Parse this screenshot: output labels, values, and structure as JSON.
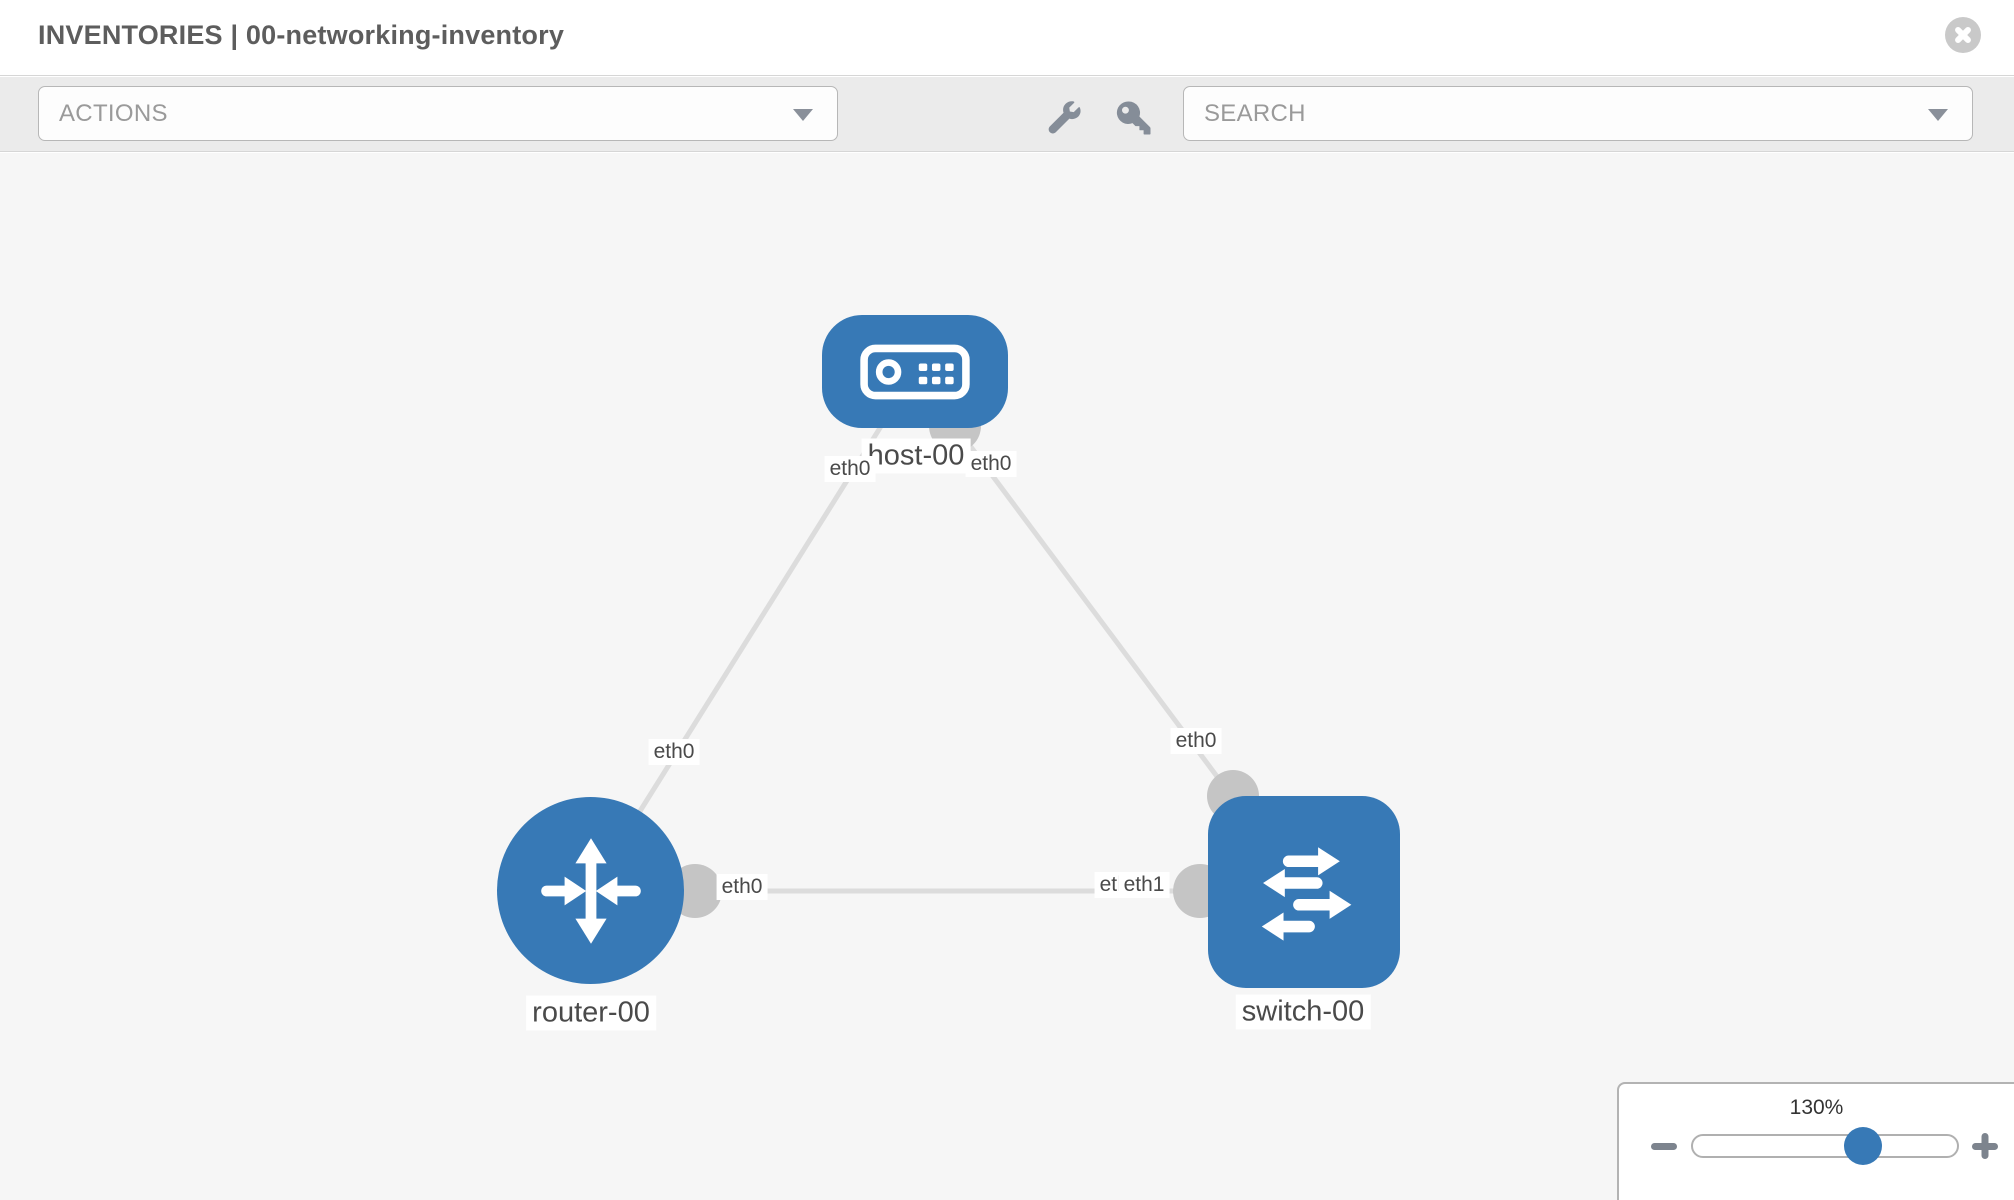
{
  "header": {
    "title": "INVENTORIES | 00-networking-inventory",
    "close_icon": "x-circle"
  },
  "toolbar": {
    "actions_placeholder": "ACTIONS",
    "search_placeholder": "SEARCH",
    "wrench_icon": "wrench",
    "key_icon": "key",
    "caret_icon": "chevron-down"
  },
  "topology": {
    "nodes": [
      {
        "id": "host-00",
        "label": "host-00",
        "type": "host",
        "icon": "server",
        "color": "#3779b6"
      },
      {
        "id": "router-00",
        "label": "router-00",
        "type": "router",
        "icon": "router-arrows",
        "color": "#3779b6"
      },
      {
        "id": "switch-00",
        "label": "switch-00",
        "type": "switch",
        "icon": "switch-arrows",
        "color": "#3779b6"
      }
    ],
    "links": [
      {
        "from": "host-00",
        "to": "router-00",
        "from_if": "eth0",
        "to_if": "eth0"
      },
      {
        "from": "host-00",
        "to": "switch-00",
        "from_if": "eth0",
        "to_if": "eth0"
      },
      {
        "from": "router-00",
        "to": "switch-00",
        "from_if": "eth0",
        "to_if": "eth1",
        "overlapped_label": "eth0"
      }
    ],
    "line_color": "#dcdcdc",
    "connector_color": "#c5c5c5"
  },
  "zoom_control": {
    "level": "130%",
    "minus_icon": "minus",
    "plus_icon": "plus"
  }
}
